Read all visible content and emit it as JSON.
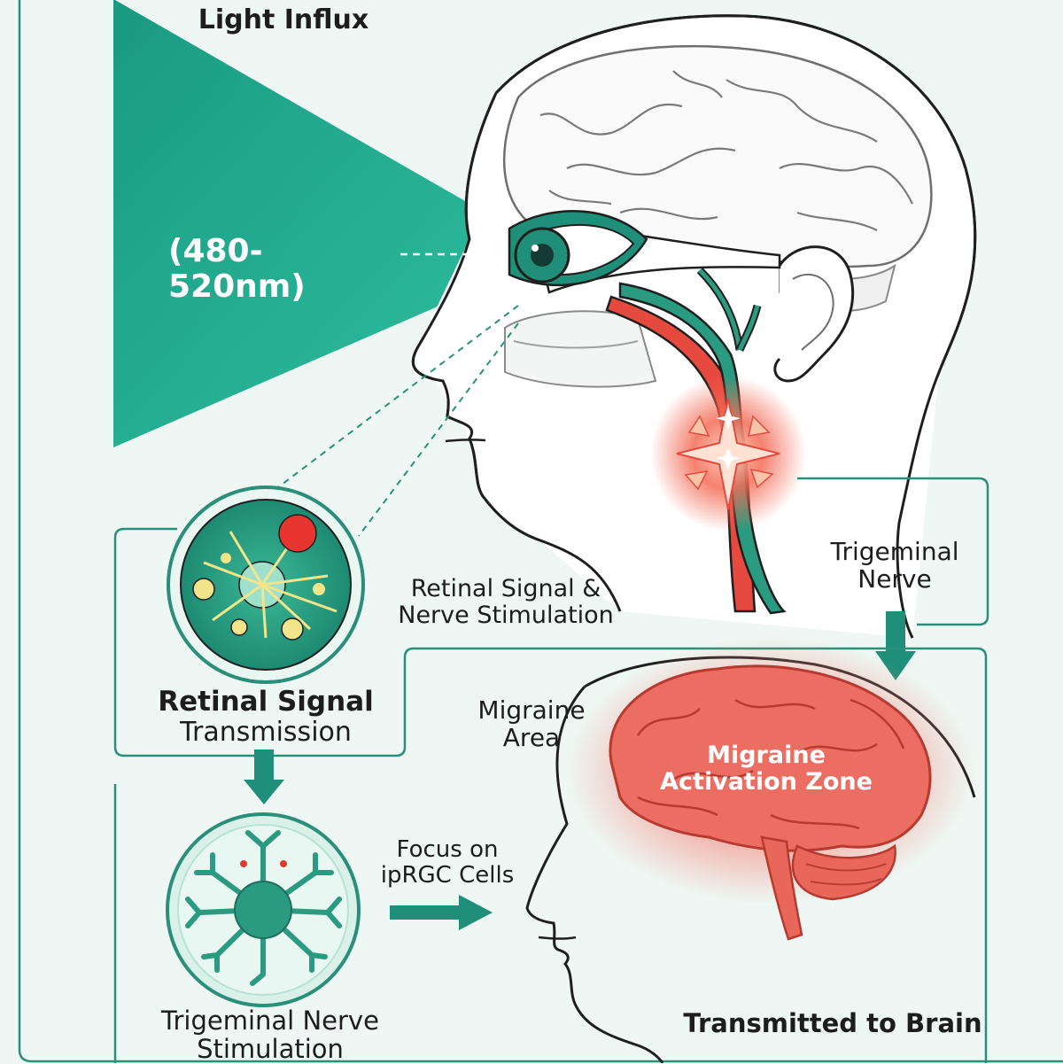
{
  "labels": {
    "light_influx": "Light Influx",
    "wavelength": "(480-520nm)",
    "retinal_caption": [
      "Retinal Signal &",
      "Nerve Stimulation"
    ],
    "trigeminal_nerve": [
      "Trigeminal",
      "Nerve"
    ],
    "retinal_signal": [
      "Retinal Signal",
      "Transmission"
    ],
    "migraine_area": [
      "Migraine",
      "Area"
    ],
    "activation_zone": [
      "Migraine",
      "Activation Zone"
    ],
    "focus": [
      "Focus on",
      "ipRGC Cells"
    ],
    "trigeminal_stimulation": [
      "Trigeminal Nerve",
      "Stimulation"
    ],
    "transmitted": "Transmitted to Brain"
  },
  "colors": {
    "background": "#eef7f3",
    "teal": "#1f8f79",
    "teal_light": "#30b996",
    "red": "#e64a3f",
    "brain_red": "#ec6e62",
    "outline": "#1f1f1f"
  },
  "icons": [
    "eye-icon",
    "brain-icon",
    "artery-icon",
    "nerve-icon",
    "pain-burst-icon",
    "retinal-cell-icon",
    "neuron-icon",
    "down-arrow-icon",
    "right-arrow-icon"
  ]
}
